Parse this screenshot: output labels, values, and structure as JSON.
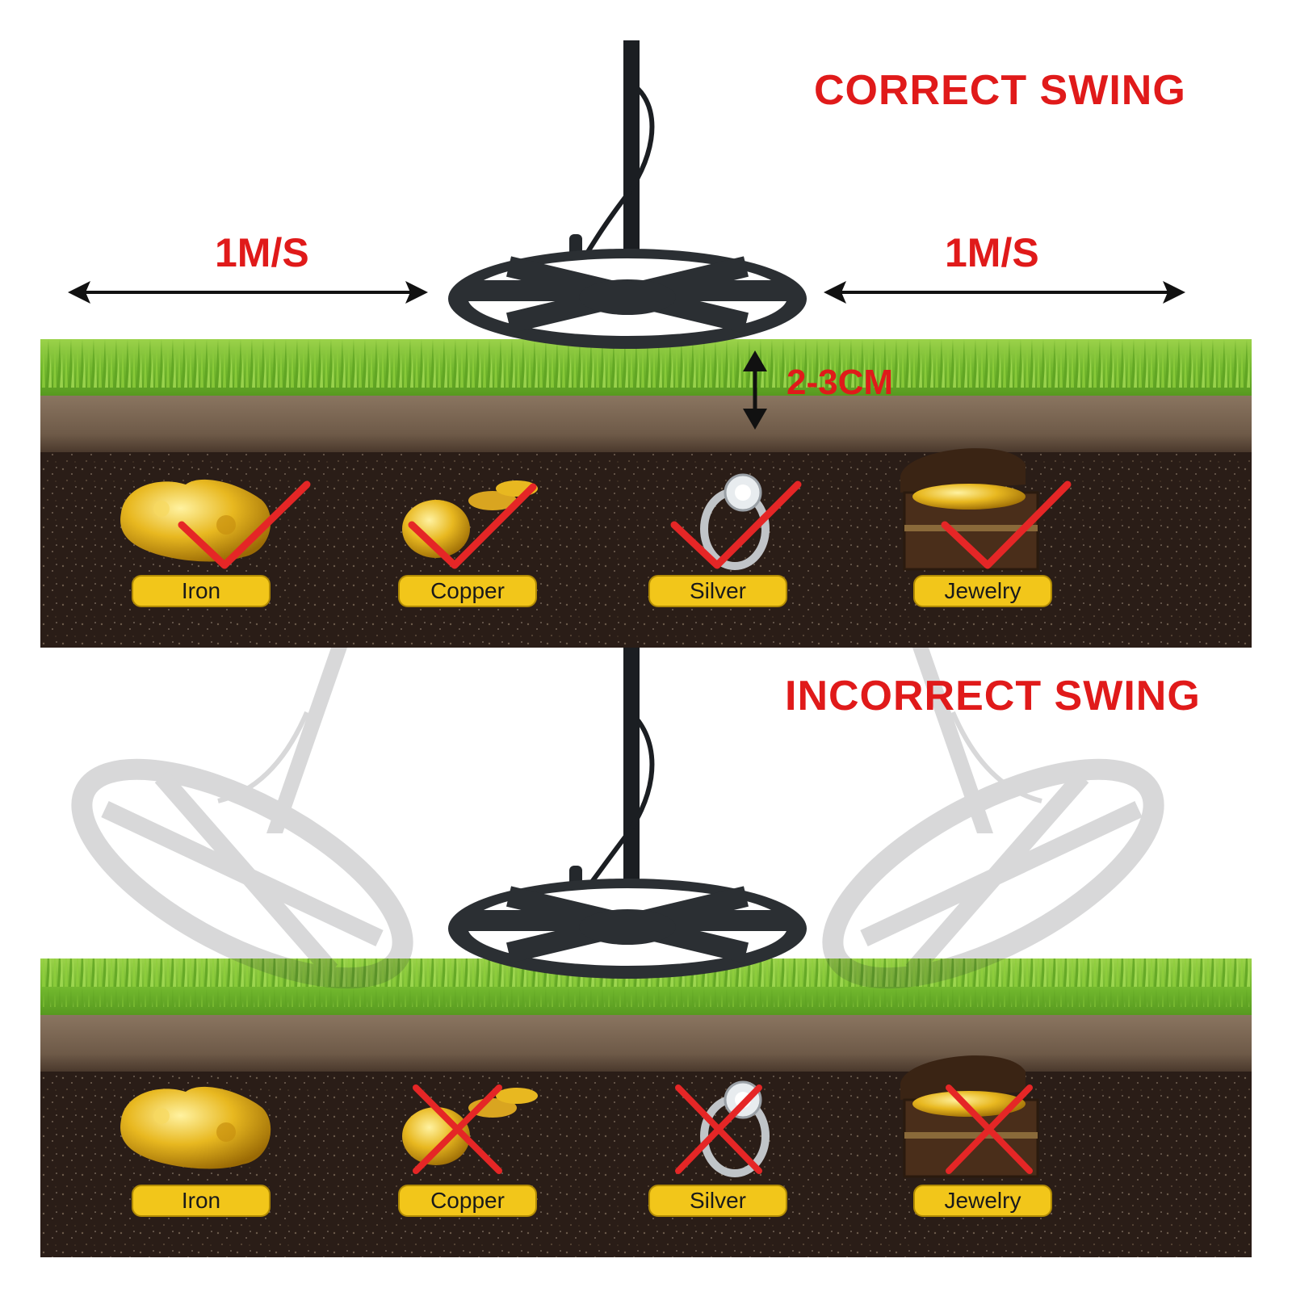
{
  "top": {
    "heading": "CORRECT SWING",
    "speed_left": "1M/S",
    "speed_right": "1M/S",
    "height_label": "2-3CM",
    "items": [
      {
        "label": "Iron",
        "mark": "check"
      },
      {
        "label": "Copper",
        "mark": "check"
      },
      {
        "label": "Silver",
        "mark": "check"
      },
      {
        "label": "Jewelry",
        "mark": "check"
      }
    ]
  },
  "bottom": {
    "heading": "INCORRECT SWING",
    "items": [
      {
        "label": "Iron",
        "mark": "none"
      },
      {
        "label": "Copper",
        "mark": "cross"
      },
      {
        "label": "Silver",
        "mark": "cross"
      },
      {
        "label": "Jewelry",
        "mark": "cross"
      }
    ]
  },
  "colors": {
    "accent_red": "#e01a1a",
    "pill_yellow": "#f2c61a",
    "grass": "#6fb52c",
    "soil": "#2a1d17",
    "coil": "#2b2f33"
  },
  "icons": [
    "gold-nugget-icon",
    "coin-icon",
    "ring-icon",
    "treasure-chest-icon",
    "checkmark-icon",
    "cross-icon",
    "double-arrow-icon",
    "metal-detector-icon"
  ]
}
